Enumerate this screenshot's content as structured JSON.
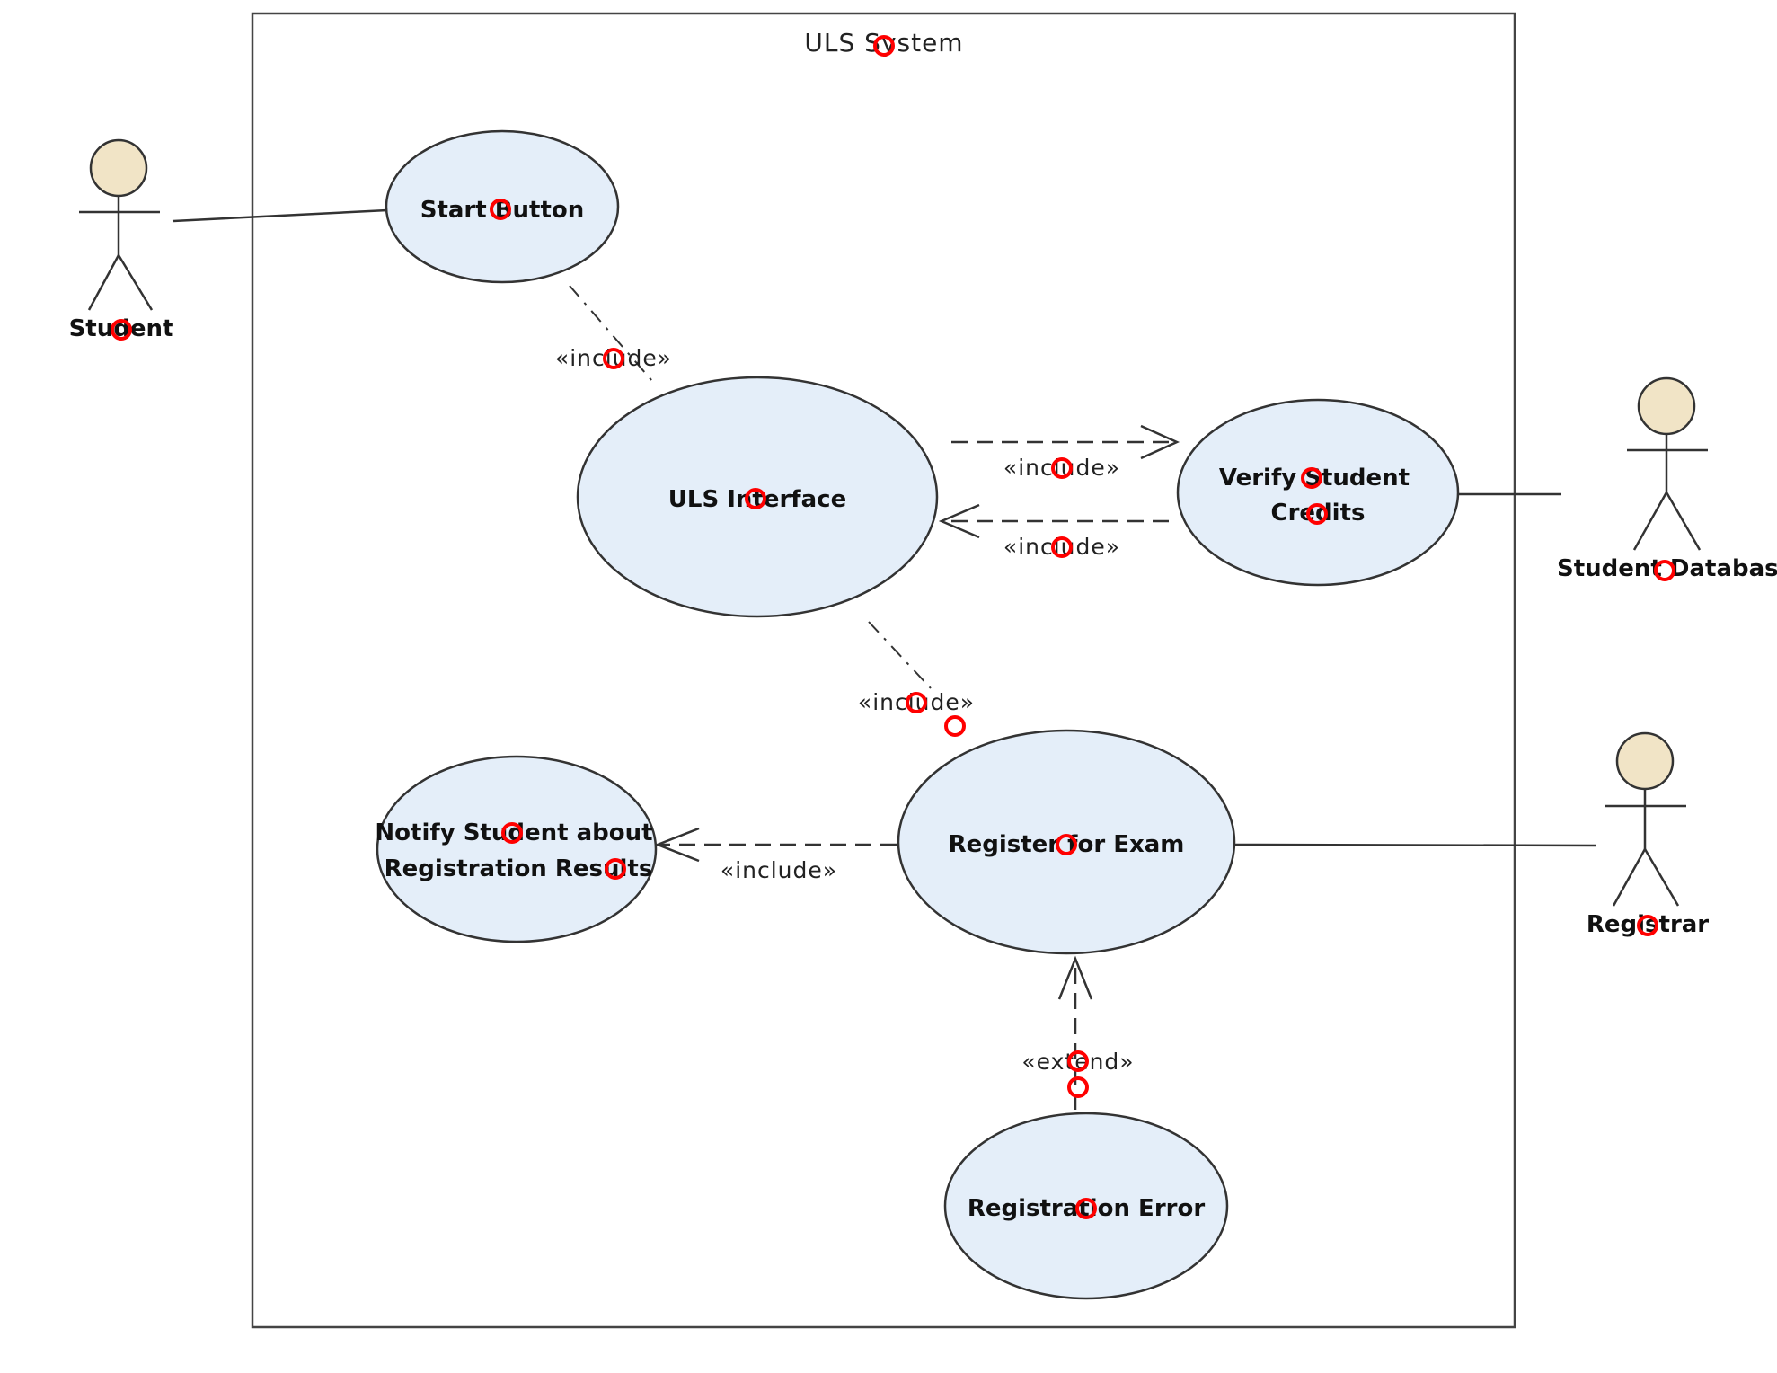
{
  "system": {
    "title": "ULS System"
  },
  "actors": {
    "student": "Student",
    "student_database": "Student Database",
    "registrar": "Registrar"
  },
  "use_cases": {
    "start_button": [
      "Start Button"
    ],
    "uls_interface": [
      "ULS Interface"
    ],
    "verify_credits": [
      "Verify Student",
      "Credits"
    ],
    "register_exam": [
      "Register for Exam"
    ],
    "notify_student": [
      "Notify Student about",
      "Registration Results"
    ],
    "registration_error": [
      "Registration Error"
    ]
  },
  "relations": {
    "include_start_uls": "«include»",
    "include_uls_verify": "«include»",
    "include_verify_uls": "«include»",
    "include_uls_register": "«include»",
    "include_register_notify": "«include»",
    "extend_error_register": "«extend»"
  },
  "colors": {
    "usecase_fill": "#e4eef9",
    "actor_head": "#f1e4c6",
    "line": "#333333",
    "marker": "#ff0000"
  }
}
